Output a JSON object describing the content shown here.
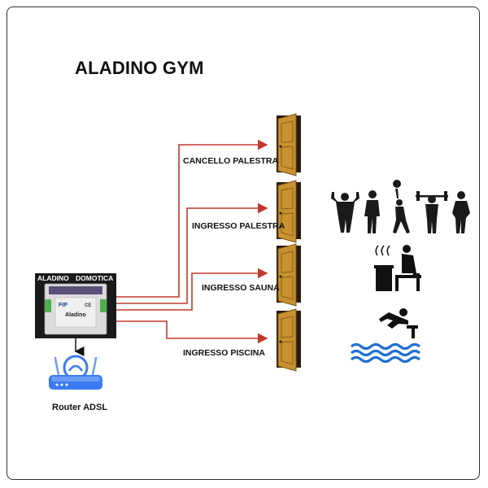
{
  "title": "ALADINO GYM",
  "device": {
    "label_left": "ALADINO",
    "label_right": "DOMOTICA",
    "brand": "FIP",
    "model": "Aladino",
    "cert": "CE"
  },
  "router": {
    "label": "Router ADSL"
  },
  "outputs": [
    {
      "label": "CANCELLO PALESTRA"
    },
    {
      "label": "INGRESSO PALESTRA"
    },
    {
      "label": "INGRESSO SAUNA"
    },
    {
      "label": "INGRESSO PISCINA"
    }
  ],
  "icons": [
    "gym-athletes-icon",
    "sauna-icon",
    "swimming-pool-icon",
    "router-icon",
    "door-icon"
  ],
  "colors": {
    "line": "#c0392b",
    "door": "#c8922e",
    "router": "#3d7bf0",
    "dark": "#111111"
  }
}
